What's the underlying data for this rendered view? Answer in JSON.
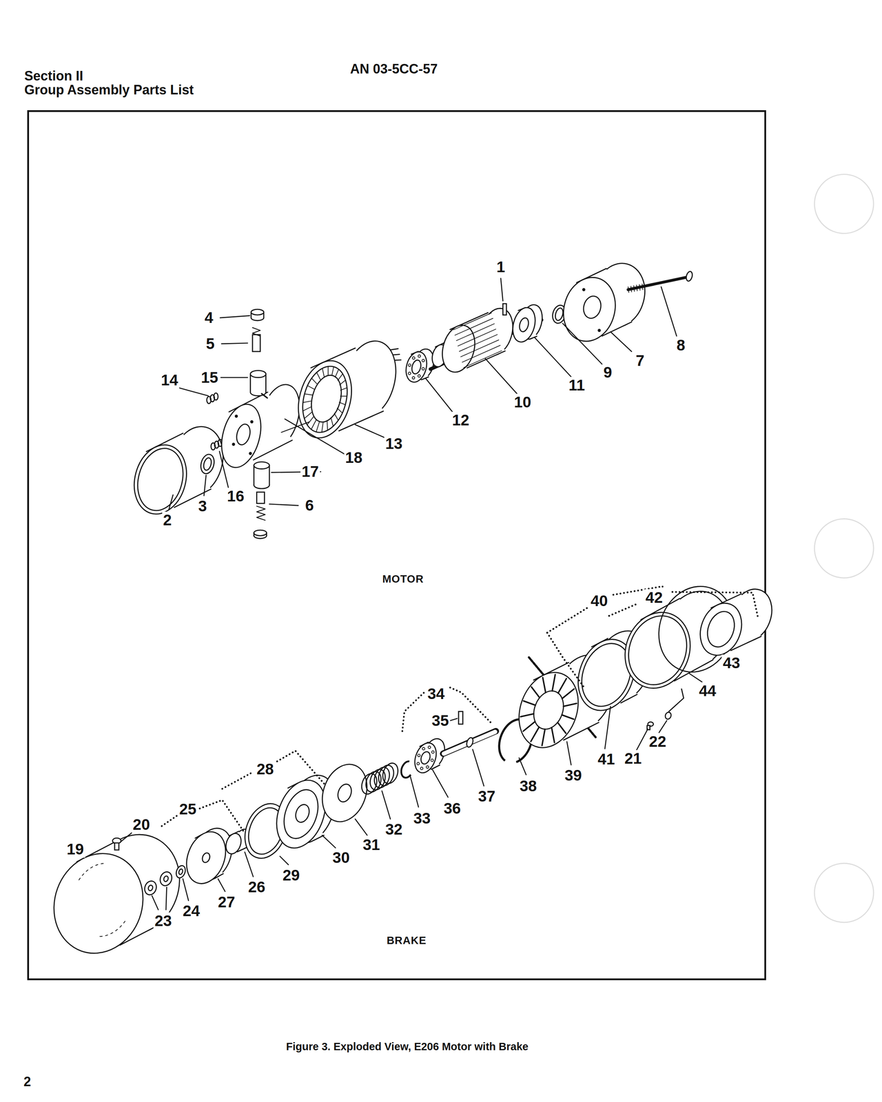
{
  "diagram": {
    "caption": "Figure 3. Exploded View, E206 Motor with Brake",
    "labels": [
      "Section II",
      "Group Assembly Parts List",
      "AN 03-5CC-57",
      "MOTOR",
      "BRAKE",
      "2",
      "1",
      "2",
      "3",
      "4",
      "5",
      "6",
      "7",
      "8",
      "9",
      "10",
      "11",
      "12",
      "13",
      "14",
      "15",
      "16",
      "17",
      "18",
      "19",
      "20",
      "21",
      "22",
      "23",
      "24",
      "25",
      "26",
      "27",
      "28",
      "29",
      "30",
      "31",
      "32",
      "33",
      "34",
      "35",
      "36",
      "37",
      "38",
      "39",
      "40",
      "41",
      "42",
      "43",
      "44"
    ]
  }
}
